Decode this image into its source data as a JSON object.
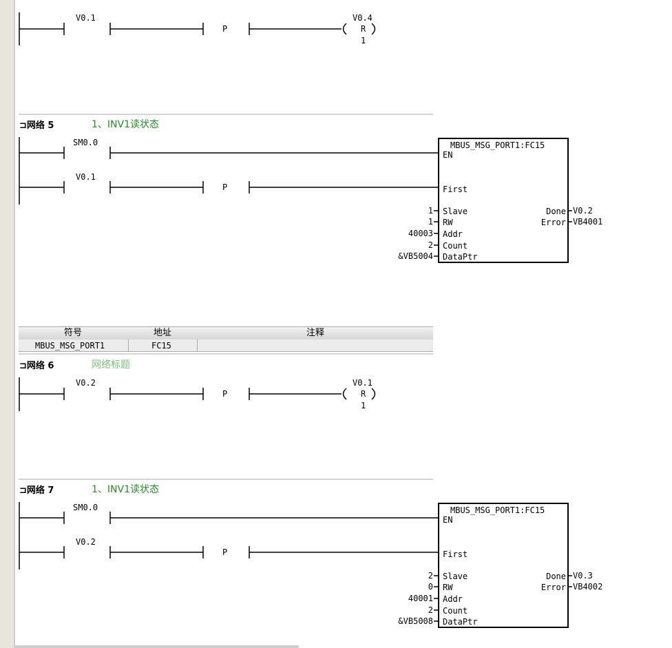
{
  "top_network": {
    "contact_label": "V0.1",
    "edge_label": "P",
    "coil_label": "V0.4",
    "coil_type": "R",
    "coil_count": "1"
  },
  "network5": {
    "title": "网络 5",
    "comment": "1、INV1读状态",
    "contact1_label": "SM0.0",
    "contact2_label": "V0.1",
    "edge_label": "P",
    "block": {
      "name": "MBUS_MSG_PORT1:FC15",
      "en": "EN",
      "first": "First",
      "inputs": [
        {
          "value": "1",
          "pin": "Slave"
        },
        {
          "value": "1",
          "pin": "RW"
        },
        {
          "value": "40003",
          "pin": "Addr"
        },
        {
          "value": "2",
          "pin": "Count"
        },
        {
          "value": "&VB5004",
          "pin": "DataPtr"
        }
      ],
      "outputs": [
        {
          "pin": "Done",
          "value": "V0.2"
        },
        {
          "pin": "Error",
          "value": "VB4001"
        }
      ]
    }
  },
  "symbol_table": {
    "headers": [
      "符号",
      "地址",
      "注释"
    ],
    "rows": [
      {
        "symbol": "MBUS_MSG_PORT1",
        "address": "FC15",
        "comment": ""
      }
    ]
  },
  "network6": {
    "title": "网络 6",
    "comment": "网络标题",
    "contact_label": "V0.2",
    "edge_label": "P",
    "coil_label": "V0.1",
    "coil_type": "R",
    "coil_count": "1"
  },
  "network7": {
    "title": "网络 7",
    "comment": "1、INV1读状态",
    "contact1_label": "SM0.0",
    "contact2_label": "V0.2",
    "edge_label": "P",
    "block": {
      "name": "MBUS_MSG_PORT1:FC15",
      "en": "EN",
      "first": "First",
      "inputs": [
        {
          "value": "2",
          "pin": "Slave"
        },
        {
          "value": "0",
          "pin": "RW"
        },
        {
          "value": "40001",
          "pin": "Addr"
        },
        {
          "value": "2",
          "pin": "Count"
        },
        {
          "value": "&VB5008",
          "pin": "DataPtr"
        }
      ],
      "outputs": [
        {
          "pin": "Done",
          "value": "V0.3"
        },
        {
          "pin": "Error",
          "value": "VB4002"
        }
      ]
    }
  }
}
